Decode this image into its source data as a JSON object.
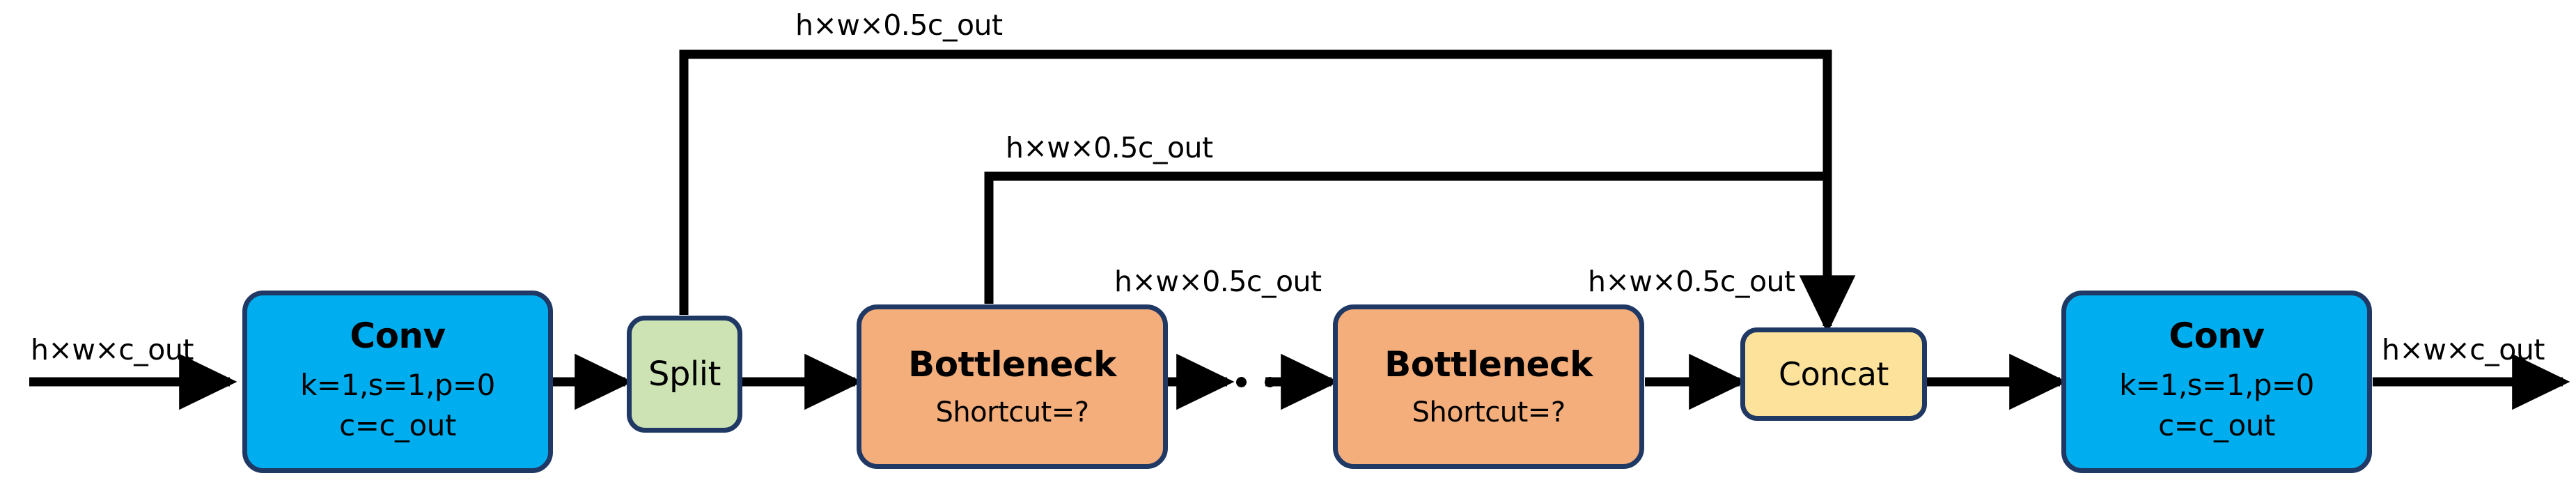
{
  "diagram": {
    "title": "CSP Bottleneck (C2f-style) block diagram",
    "palette": {
      "conv_fill": "#00AEEF",
      "split_fill": "#CDE3B4",
      "bottleneck_fill": "#F4AE7C",
      "concat_fill": "#FCE29B",
      "border": "#1F3864",
      "wire": "#000000",
      "background": "#FFFFFF"
    },
    "nodes": {
      "conv_in": {
        "title": "Conv",
        "line2": "k=1,s=1,p=0",
        "line3": "c=c_out"
      },
      "split": {
        "title": "Split"
      },
      "bottleneck_first": {
        "title": "Bottleneck",
        "line2": "Shortcut=?"
      },
      "bottleneck_last": {
        "title": "Bottleneck",
        "line2": "Shortcut=?"
      },
      "concat": {
        "title": "Concat"
      },
      "conv_out": {
        "title": "Conv",
        "line2": "k=1,s=1,p=0",
        "line3": "c=c_out"
      }
    },
    "edge_labels": {
      "input": "h×w×c_out",
      "split_skip": "h×w×0.5c_out",
      "bottleneck_first_skip": "h×w×0.5c_out",
      "between_bottlenecks": "h×w×0.5c_out",
      "bottleneck_last_to_concat": "h×w×0.5c_out",
      "output": "h×w×c_out"
    },
    "ellipsis": {
      "count": 3,
      "meaning": "repeated Bottleneck blocks"
    }
  }
}
